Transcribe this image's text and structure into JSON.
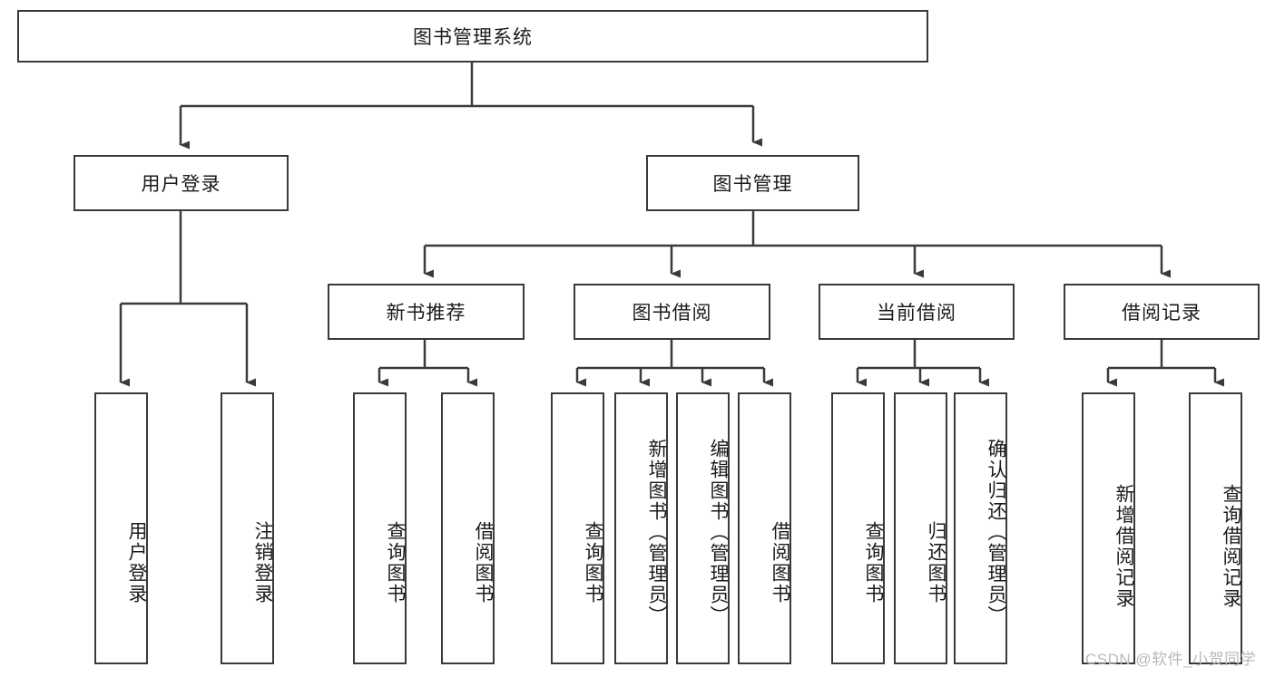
{
  "diagram": {
    "type": "tree-hierarchy",
    "title": "图书管理系统",
    "root": {
      "label": "图书管理系统"
    },
    "level1": [
      {
        "id": "user-login",
        "label": "用户登录"
      },
      {
        "id": "book-manage",
        "label": "图书管理"
      }
    ],
    "level2": [
      {
        "id": "new-book-recommend",
        "label": "新书推荐",
        "parent": "book-manage"
      },
      {
        "id": "book-borrow",
        "label": "图书借阅",
        "parent": "book-manage"
      },
      {
        "id": "current-borrow",
        "label": "当前借阅",
        "parent": "book-manage"
      },
      {
        "id": "borrow-record",
        "label": "借阅记录",
        "parent": "book-manage"
      }
    ],
    "leaves": [
      {
        "id": "leaf-user-login",
        "label": "用户登录",
        "parent": "user-login"
      },
      {
        "id": "leaf-logout-login",
        "label": "注销登录",
        "parent": "user-login"
      },
      {
        "id": "leaf-query-book-1",
        "label": "查询图书",
        "parent": "new-book-recommend"
      },
      {
        "id": "leaf-borrow-book-1",
        "label": "借阅图书",
        "parent": "new-book-recommend"
      },
      {
        "id": "leaf-query-book-2",
        "label": "查询图书",
        "parent": "book-borrow"
      },
      {
        "id": "leaf-add-book",
        "label": "新增图书（管理员）",
        "parent": "book-borrow"
      },
      {
        "id": "leaf-edit-book",
        "label": "编辑图书（管理员）",
        "parent": "book-borrow"
      },
      {
        "id": "leaf-borrow-book-2",
        "label": "借阅图书",
        "parent": "book-borrow"
      },
      {
        "id": "leaf-query-book-3",
        "label": "查询图书",
        "parent": "current-borrow"
      },
      {
        "id": "leaf-return-book",
        "label": "归还图书",
        "parent": "current-borrow"
      },
      {
        "id": "leaf-confirm-return",
        "label": "确认归还（管理员）",
        "parent": "current-borrow"
      },
      {
        "id": "leaf-add-record",
        "label": "新增借阅记录",
        "parent": "borrow-record"
      },
      {
        "id": "leaf-query-record",
        "label": "查询借阅记录",
        "parent": "borrow-record"
      }
    ],
    "watermark": "CSDN @软件_小贺同学",
    "colors": {
      "stroke": "#3a3a3a",
      "text": "#1b1b1b",
      "background": "#ffffff",
      "watermark": "#b9b9b9"
    }
  }
}
